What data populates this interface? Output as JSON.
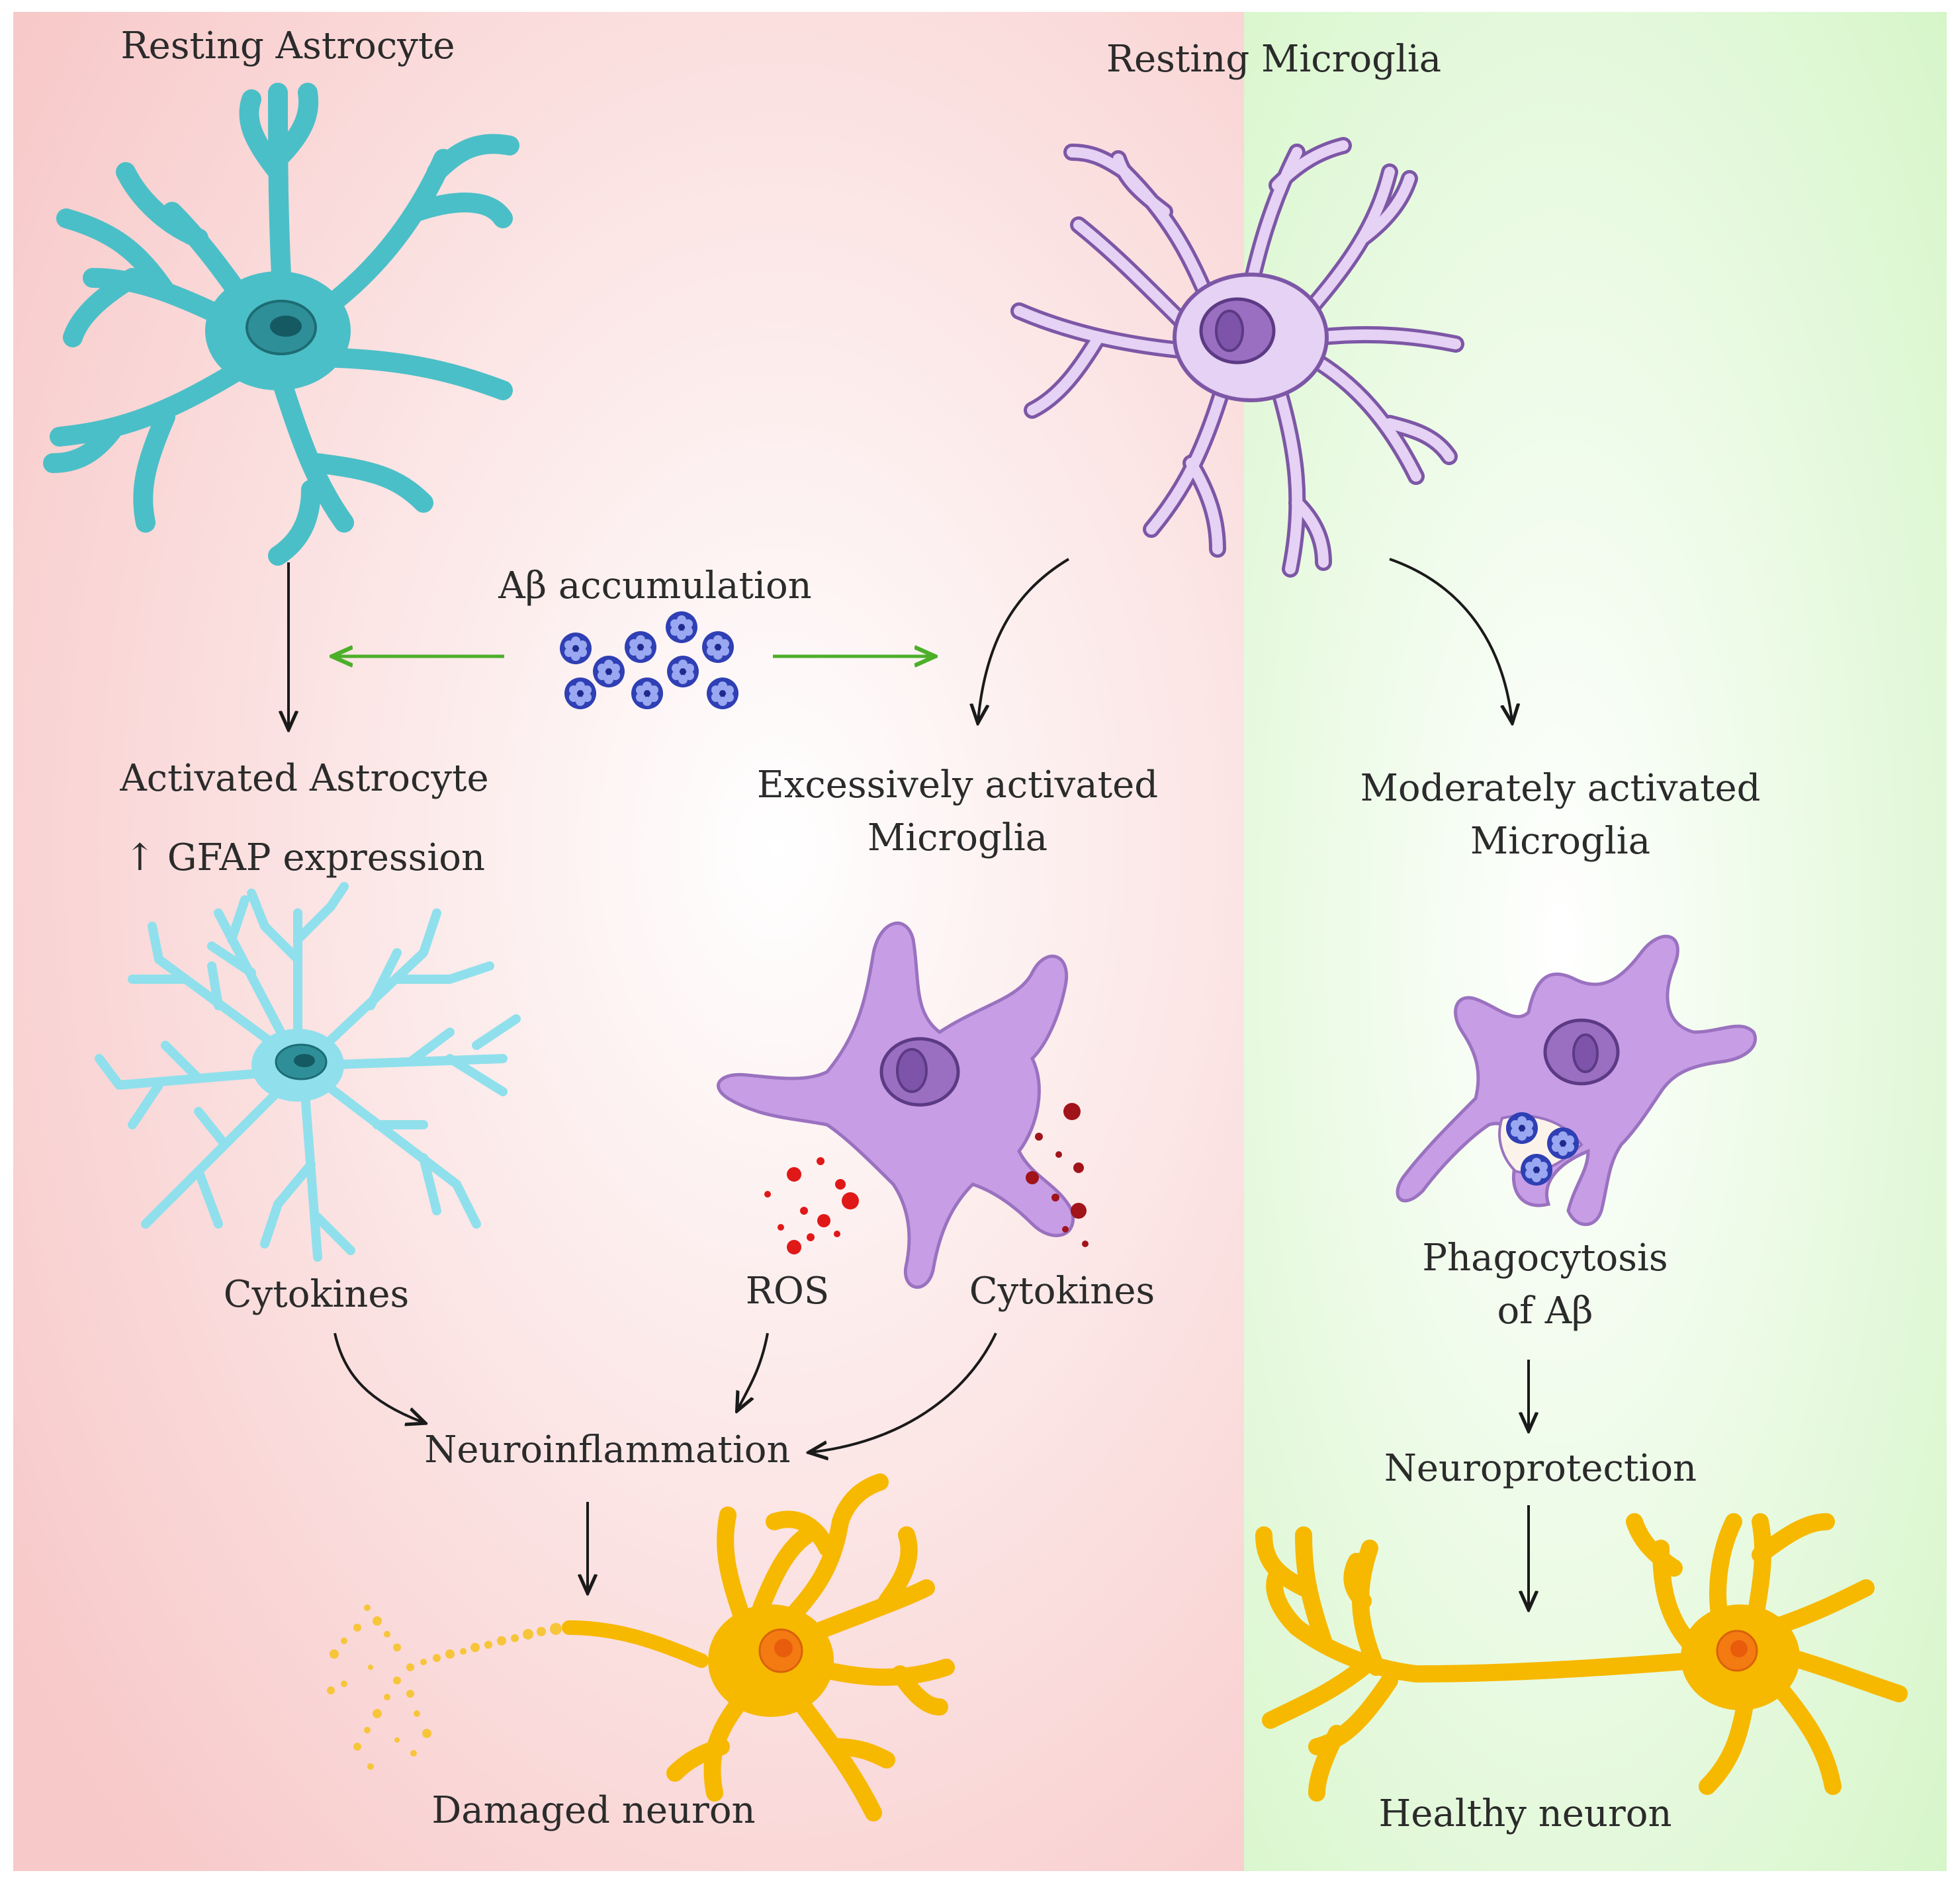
{
  "labels": {
    "resting_astrocyte": "Resting Astrocyte",
    "resting_microglia": "Resting Microglia",
    "abeta_accumulation": "Aβ accumulation",
    "activated_astrocyte": "Activated Astrocyte",
    "gfap_expression": "↑ GFAP expression",
    "excessively_activated_line1": "Excessively activated",
    "excessively_activated_line2": "Microglia",
    "moderately_activated_line1": "Moderately activated",
    "moderately_activated_line2": "Microglia",
    "cytokines_astrocyte": "Cytokines",
    "ros": "ROS",
    "cytokines_microglia": "Cytokines",
    "phagocytosis_line1": "Phagocytosis",
    "phagocytosis_line2": "of Aβ",
    "neuroinflammation": "Neuroinflammation",
    "neuroprotection": "Neuroprotection",
    "damaged_neuron": "Damaged neuron",
    "healthy_neuron": "Healthy neuron"
  },
  "colors": {
    "harmful_panel": "#fbd3d3",
    "protective_panel": "#d9f7cd",
    "astrocyte": "#4bbfc7",
    "astrocyte_activated": "#8fe0ec",
    "microglia_resting": "#e5d2f4",
    "microglia_activated": "#c79ee6",
    "microglia_outline": "#7d57a6",
    "neuron": "#f7b800",
    "abeta": "#2f3fb4",
    "ros_dots": "#e01818",
    "cytokine_dots": "#a0141a",
    "green_arrow": "#4caf2a",
    "black_arrow": "#1a1a1a"
  }
}
